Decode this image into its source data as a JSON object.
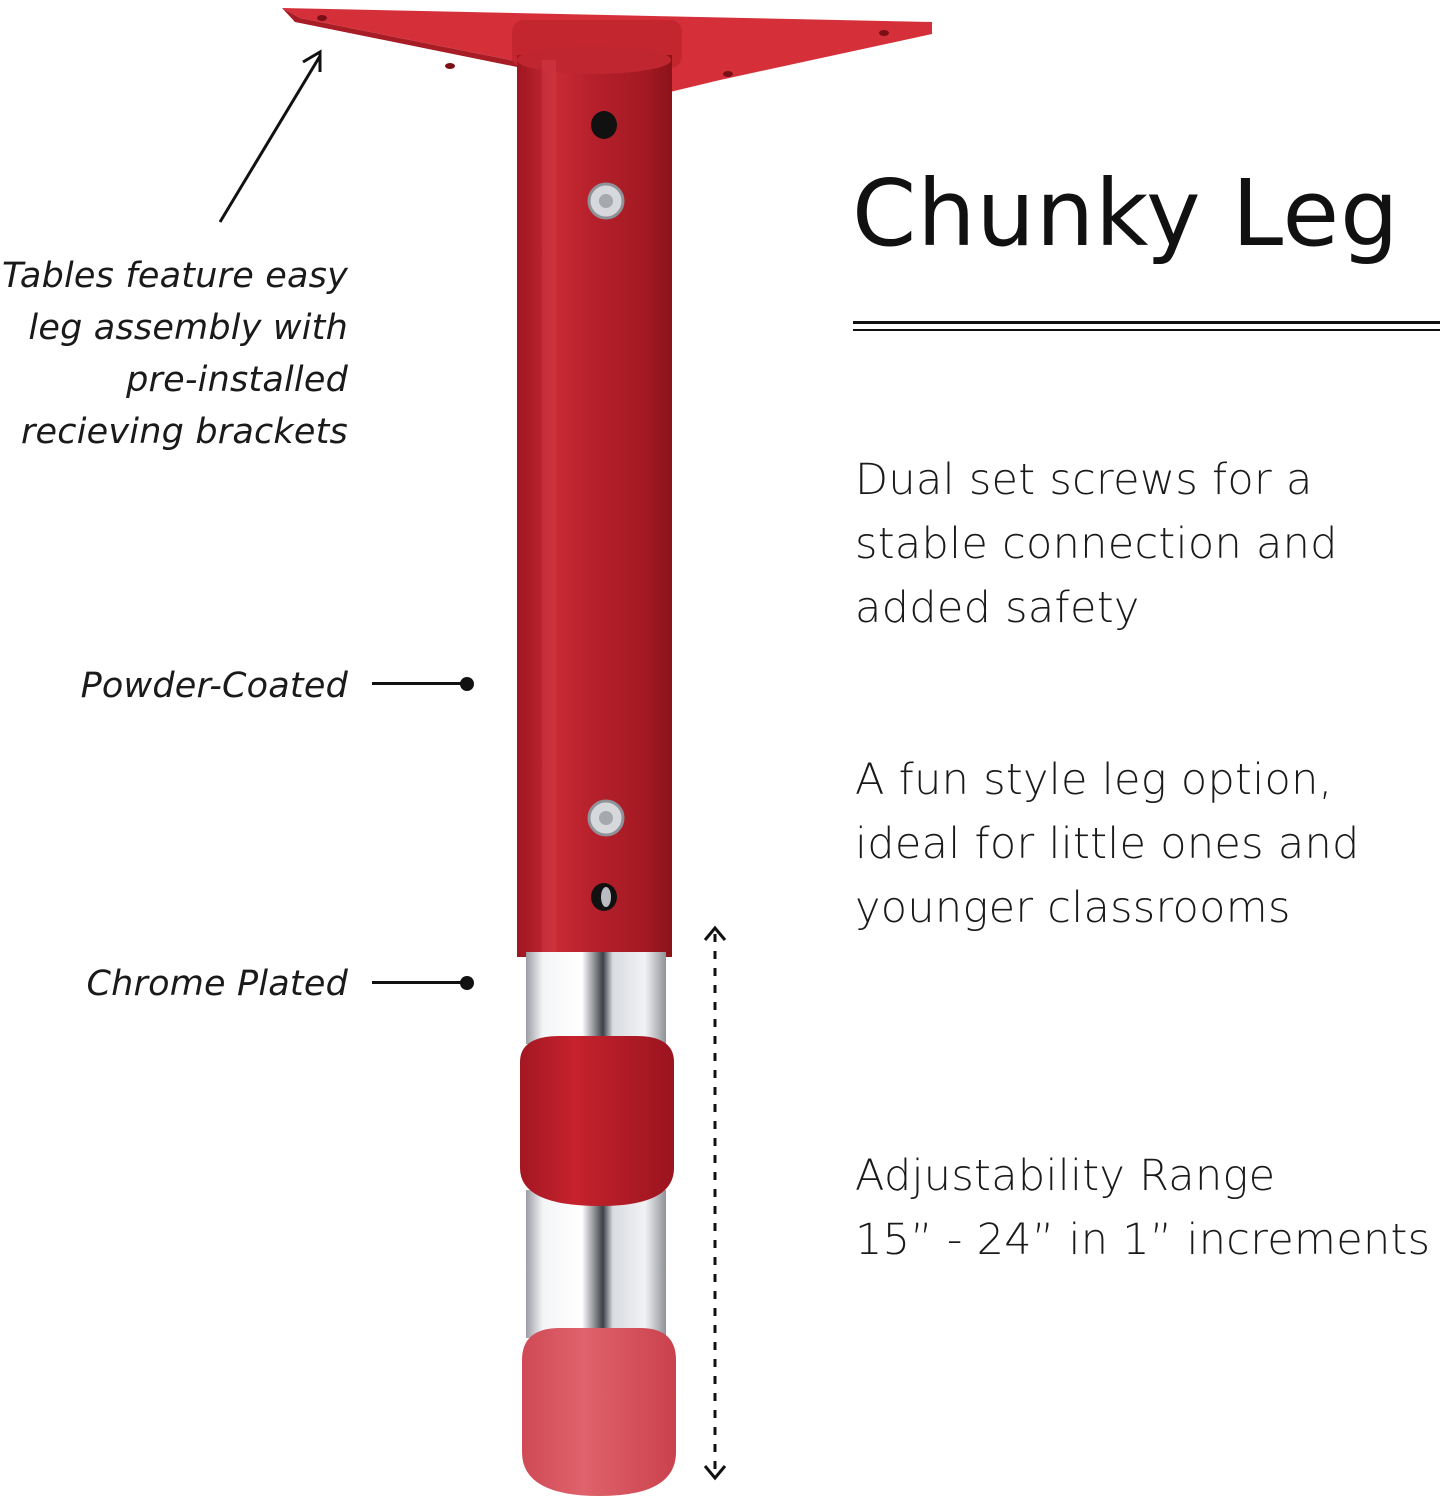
{
  "title": "Chunky Leg",
  "annotations": {
    "assembly": "Tables feature easy leg assembly with pre-installed recieving brackets",
    "powder": "Powder-Coated",
    "chrome": "Chrome Plated"
  },
  "features": {
    "screws": "Dual set screws for a stable connection and added safety",
    "fun": "A fun style leg option, ideal for little ones and younger classrooms",
    "adjust_line1": "Adjustability Range",
    "adjust_line2": "15” - 24” in 1” increments"
  },
  "colors": {
    "leg_red": "#b91f2a",
    "plate_red": "#d8303a",
    "foot_pink": "#d9525c",
    "chrome": "#c8cbd0",
    "text": "#111111"
  }
}
